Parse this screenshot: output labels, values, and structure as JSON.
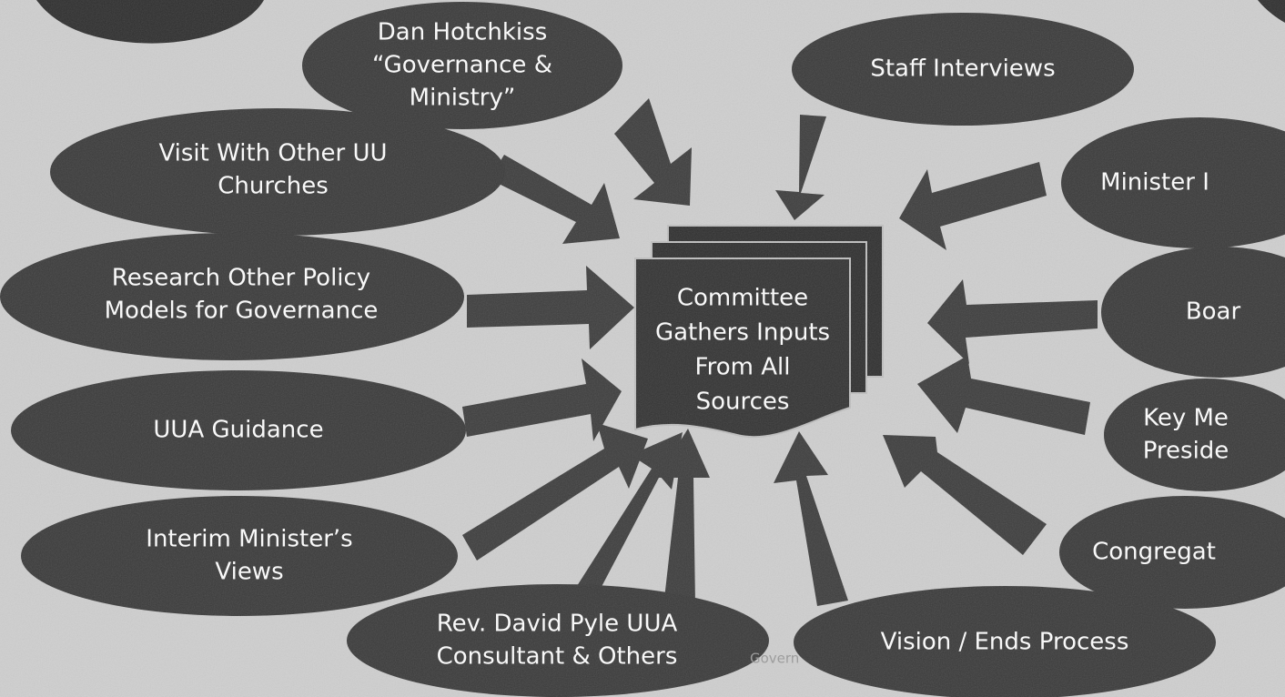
{
  "diagram": {
    "center_label": [
      "Committee",
      "Gathers Inputs",
      "From All",
      "Sources"
    ],
    "sources": [
      {
        "id": "hotchkiss",
        "lines": [
          "Dan Hotchkiss",
          "“Governance &",
          "Ministry”"
        ]
      },
      {
        "id": "staff",
        "lines": [
          "Staff Interviews"
        ]
      },
      {
        "id": "visit",
        "lines": [
          "Visit With Other UU",
          "Churches"
        ]
      },
      {
        "id": "minister",
        "lines": [
          "Minister I"
        ]
      },
      {
        "id": "research",
        "lines": [
          "Research Other  Policy",
          "Models for Governance"
        ]
      },
      {
        "id": "board",
        "lines": [
          "Boar"
        ]
      },
      {
        "id": "uua-guidance",
        "lines": [
          "UUA Guidance"
        ]
      },
      {
        "id": "key-members",
        "lines": [
          "Key Me",
          "Preside"
        ]
      },
      {
        "id": "interim",
        "lines": [
          "Interim Minister’s",
          "Views"
        ]
      },
      {
        "id": "congregation",
        "lines": [
          "Congregat"
        ]
      },
      {
        "id": "pyle",
        "lines": [
          "Rev. David Pyle UUA",
          "Consultant  &  Others"
        ]
      },
      {
        "id": "vision",
        "lines": [
          "Vision / Ends Process"
        ]
      }
    ],
    "footer_fragment": "Govern"
  },
  "colors": {
    "background": "#cfcfcf",
    "ellipse": "#3a3a3a",
    "arrow": "#3d3d3d",
    "text": "#ffffff"
  }
}
